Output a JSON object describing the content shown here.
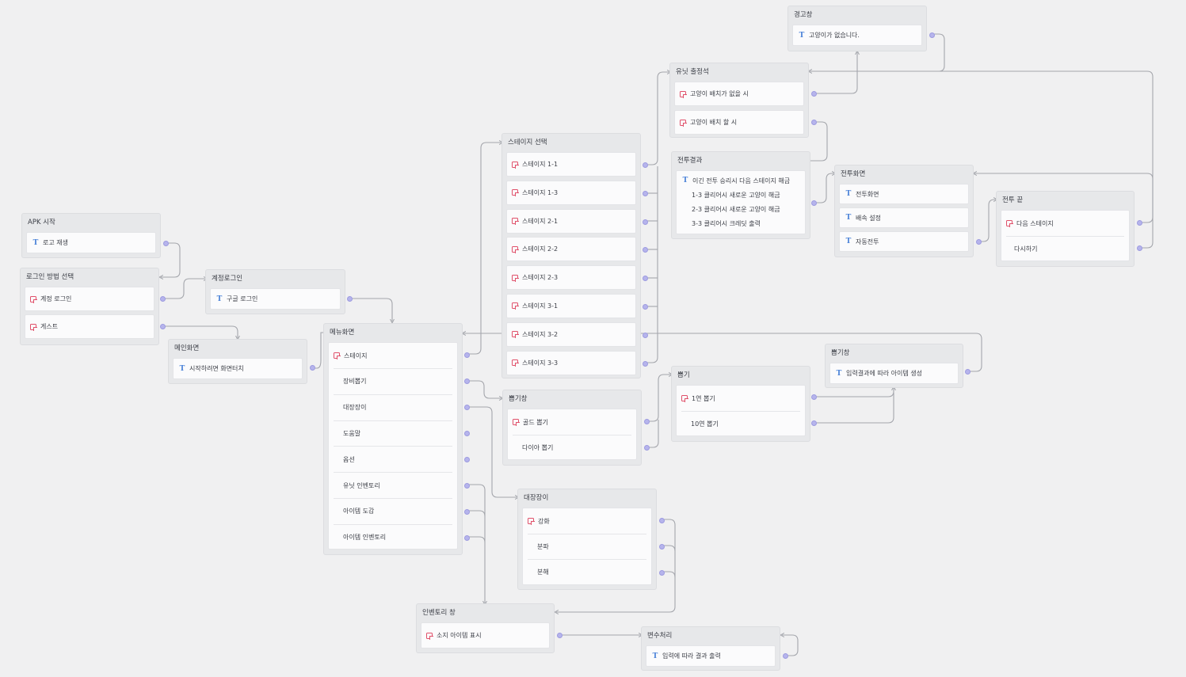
{
  "nodes": {
    "warning": {
      "title": "경고창",
      "rows": [
        {
          "icon": "text-icon",
          "label": "고양이가 없습니다."
        }
      ]
    },
    "deploy": {
      "title": "유닛 출정석",
      "rows": [
        {
          "icon": "link-icon",
          "label": "고양이 배치가 없을 시"
        },
        {
          "icon": "link-icon",
          "label": "고양이 배치 할 시"
        }
      ]
    },
    "stage_select": {
      "title": "스테이지 선택",
      "rows": [
        {
          "icon": "link-icon",
          "label": "스테이지 1-1"
        },
        {
          "icon": "link-icon",
          "label": "스테이지 1-3"
        },
        {
          "icon": "link-icon",
          "label": "스테이지 2-1"
        },
        {
          "icon": "link-icon",
          "label": "스테이지 2-2"
        },
        {
          "icon": "link-icon",
          "label": "스테이지 2-3"
        },
        {
          "icon": "link-icon",
          "label": "스테이지 3-1"
        },
        {
          "icon": "link-icon",
          "label": "스테이지 3-2"
        },
        {
          "icon": "link-icon",
          "label": "스테이지 3-3"
        }
      ]
    },
    "battle_result": {
      "title": "전투결과",
      "rows": [
        {
          "icon": "text-icon",
          "label": "이긴 전투 승리시 다음 스테이지 해금"
        },
        {
          "icon": "",
          "label": "1-3 클리어시 새로운 고양이 해금"
        },
        {
          "icon": "",
          "label": "2-3 클리어시 새로운 고양이 해금"
        },
        {
          "icon": "",
          "label": "3-3 클리어시 크레딧 출력"
        }
      ]
    },
    "battle_screen": {
      "title": "전투화면",
      "rows": [
        {
          "icon": "text-icon",
          "label": "전투화면"
        },
        {
          "icon": "text-icon",
          "label": "배속 설정"
        },
        {
          "icon": "text-icon",
          "label": "자동전투"
        }
      ]
    },
    "battle_end": {
      "title": "전투 끝",
      "rows": [
        {
          "icon": "link-icon",
          "label": "다음 스테이지"
        },
        {
          "icon": "",
          "label": "다시하기"
        }
      ]
    },
    "apk_start": {
      "title": "APK 시작",
      "rows": [
        {
          "icon": "text-icon",
          "label": "로고 재생"
        }
      ]
    },
    "login_select": {
      "title": "로그인 방법 선택",
      "rows": [
        {
          "icon": "link-icon",
          "label": "계정 로그인"
        },
        {
          "icon": "link-icon",
          "label": "게스트"
        }
      ]
    },
    "account_login": {
      "title": "계정로그인",
      "rows": [
        {
          "icon": "text-icon",
          "label": "구글 로그인"
        }
      ]
    },
    "main_screen": {
      "title": "메인화면",
      "rows": [
        {
          "icon": "text-icon",
          "label": "시작하려면 화면터치"
        }
      ]
    },
    "menu": {
      "title": "메뉴화면",
      "rows": [
        {
          "icon": "link-icon",
          "label": "스테이지"
        },
        {
          "icon": "",
          "label": "장비뽑기"
        },
        {
          "icon": "",
          "label": "대장장이"
        },
        {
          "icon": "",
          "label": "도움말"
        },
        {
          "icon": "",
          "label": "옵션"
        },
        {
          "icon": "",
          "label": "유닛 인벤토리"
        },
        {
          "icon": "",
          "label": "아이템 도감"
        },
        {
          "icon": "",
          "label": "아이템 인벤토리"
        }
      ]
    },
    "gacha_window": {
      "title": "뽑기창",
      "rows": [
        {
          "icon": "link-icon",
          "label": "골드 뽑기"
        },
        {
          "icon": "",
          "label": "다이아 뽑기"
        }
      ]
    },
    "draw": {
      "title": "뽑기",
      "rows": [
        {
          "icon": "link-icon",
          "label": "1연 뽑기"
        },
        {
          "icon": "",
          "label": "10연 뽑기"
        }
      ]
    },
    "gacha_result": {
      "title": "뽑기창",
      "rows": [
        {
          "icon": "text-icon",
          "label": "입력결과에 따라 아이템 생성"
        }
      ]
    },
    "blacksmith": {
      "title": "대장장이",
      "rows": [
        {
          "icon": "link-icon",
          "label": "강화"
        },
        {
          "icon": "",
          "label": "분파"
        },
        {
          "icon": "",
          "label": "분해"
        }
      ]
    },
    "inventory": {
      "title": "인벤토리 창",
      "rows": [
        {
          "icon": "link-icon",
          "label": "소지 아이템 표시"
        }
      ]
    },
    "variable": {
      "title": "변수처리",
      "rows": [
        {
          "icon": "text-icon",
          "label": "입력에 따라 결과 출력"
        }
      ]
    }
  },
  "colors": {
    "background": "#f0f0f1",
    "node": "#e7e8ea",
    "port": "#b6b4ec",
    "edge": "#a4a6ac",
    "link_icon": "#e0506a",
    "text_icon": "#4a82d8"
  }
}
